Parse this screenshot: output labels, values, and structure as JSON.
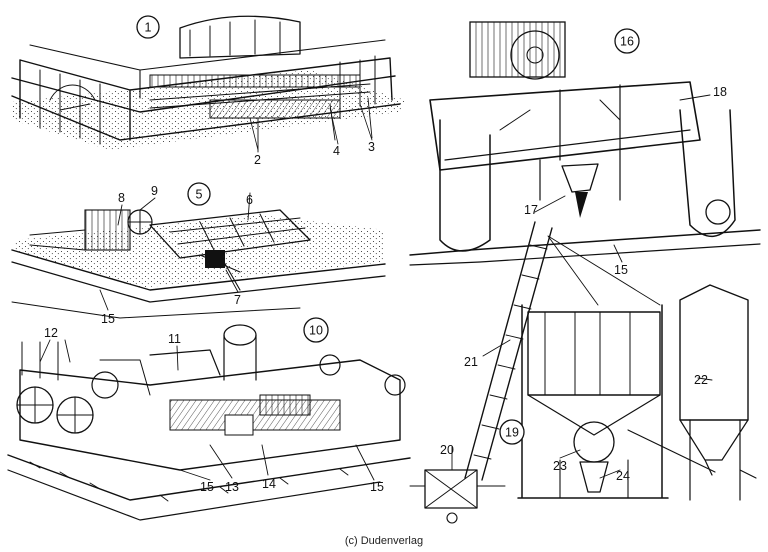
{
  "diagram": {
    "panel_numbers": [
      "1",
      "5",
      "10",
      "16",
      "19"
    ],
    "labels": [
      "2",
      "3",
      "4",
      "6",
      "7",
      "8",
      "9",
      "11",
      "12",
      "13",
      "14",
      "15",
      "15",
      "15",
      "15",
      "17",
      "18",
      "20",
      "21",
      "22",
      "23",
      "24"
    ]
  },
  "credit": "(c) Dudenverlag"
}
